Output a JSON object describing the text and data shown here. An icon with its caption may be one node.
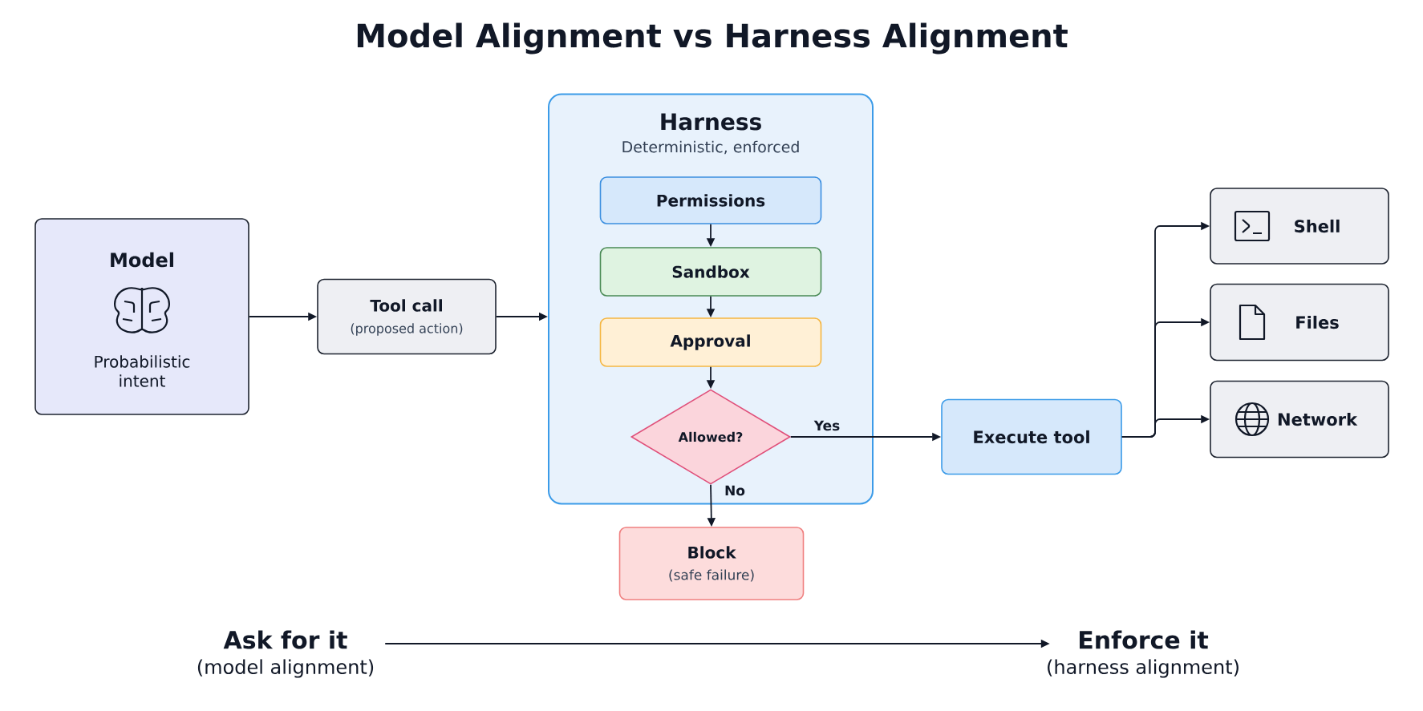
{
  "diagram": {
    "title": "Model Alignment vs Harness Alignment",
    "nodes": [
      {
        "text": [
          "Model",
          "Probabilistic intent"
        ]
      },
      {
        "text": [
          "Tool call",
          "(proposed action)"
        ]
      },
      {
        "text": [
          "Harness",
          "Deterministic, enforced"
        ]
      },
      {
        "text": [
          "Permissions"
        ],
        "in": 2
      },
      {
        "text": [
          "Sandbox"
        ],
        "in": 2
      },
      {
        "text": [
          "Approval"
        ],
        "in": 2
      },
      {
        "text": [
          "Allowed?"
        ],
        "in": 2
      },
      {
        "text": [
          "Block",
          "(safe failure)"
        ]
      },
      {
        "text": [
          "Execute tool"
        ]
      },
      {
        "text": [
          "Shell"
        ]
      },
      {
        "text": [
          "Files"
        ]
      },
      {
        "text": [
          "Network"
        ]
      },
      {
        "text": [
          "Ask for it",
          "(model alignment)"
        ]
      },
      {
        "text": [
          "Enforce it",
          "(harness alignment)"
        ]
      }
    ],
    "edges": [
      {
        "from": 0,
        "to": 1,
        "arrow": "to"
      },
      {
        "from": 1,
        "to": 2,
        "arrow": "to"
      },
      {
        "from": 3,
        "to": 4,
        "arrow": "to"
      },
      {
        "from": 4,
        "to": 5,
        "arrow": "to"
      },
      {
        "from": 5,
        "to": 6,
        "arrow": "to"
      },
      {
        "from": 6,
        "to": 8,
        "arrow": "to",
        "label": "Yes"
      },
      {
        "from": 6,
        "to": 7,
        "arrow": "to",
        "label": "No"
      },
      {
        "from": 8,
        "to": 9,
        "arrow": "to"
      },
      {
        "from": 8,
        "to": 10,
        "arrow": "to"
      },
      {
        "from": 8,
        "to": 11,
        "arrow": "to"
      },
      {
        "from": 12,
        "to": 13,
        "arrow": "to"
      }
    ]
  }
}
